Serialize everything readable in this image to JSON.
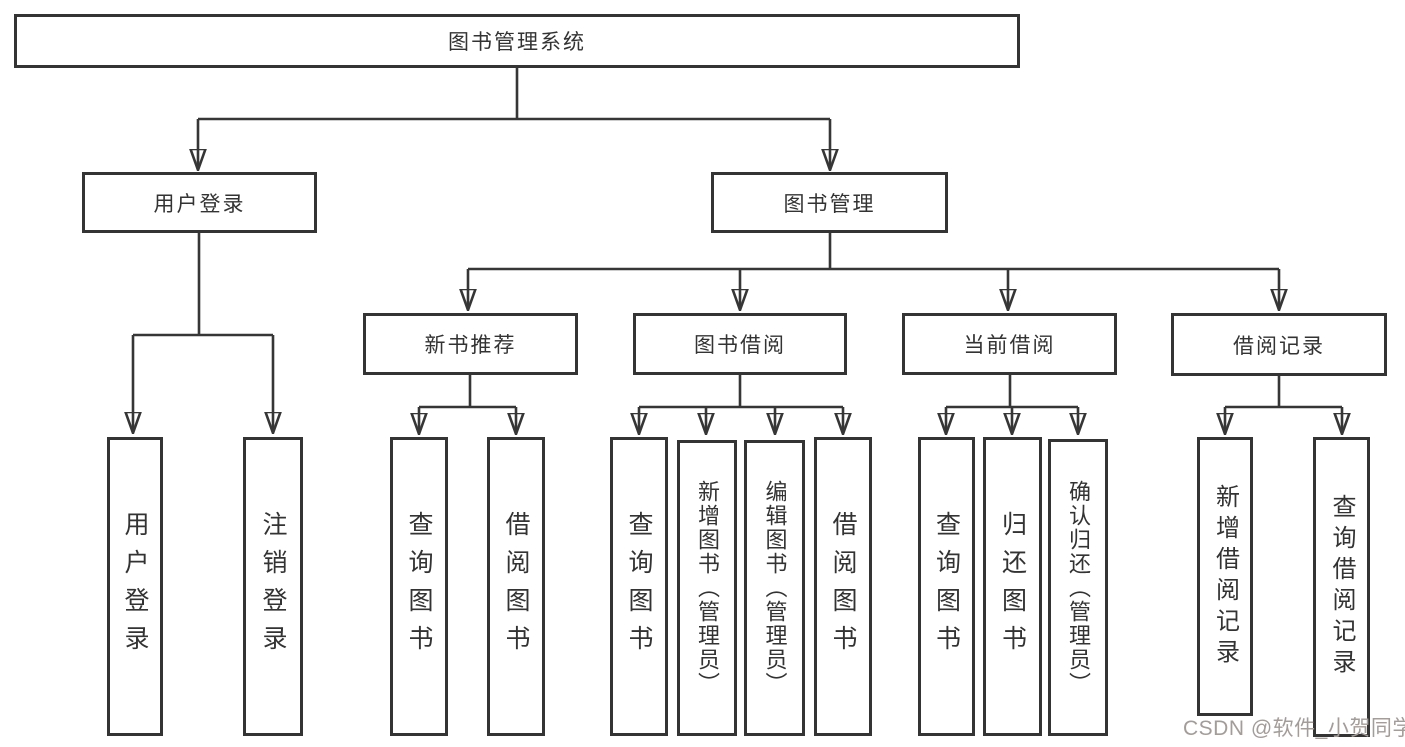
{
  "diagram": {
    "root": {
      "label": "图书管理系统"
    },
    "user_login": {
      "label": "用户登录",
      "children": {
        "login": {
          "label": "用户登录"
        },
        "logout": {
          "label": "注销登录"
        }
      }
    },
    "book_management": {
      "label": "图书管理",
      "new_book_recommend": {
        "label": "新书推荐",
        "children": {
          "query_book": {
            "label": "查询图书"
          },
          "borrow_book": {
            "label": "借阅图书"
          }
        }
      },
      "book_borrow": {
        "label": "图书借阅",
        "children": {
          "query_book": {
            "label": "查询图书"
          },
          "add_book_admin": {
            "label": "新增图书（管理员）"
          },
          "edit_book_admin": {
            "label": "编辑图书（管理员）"
          },
          "borrow_book": {
            "label": "借阅图书"
          }
        }
      },
      "current_borrow": {
        "label": "当前借阅",
        "children": {
          "query_book": {
            "label": "查询图书"
          },
          "return_book": {
            "label": "归还图书"
          },
          "confirm_return_admin": {
            "label": "确认归还（管理员）"
          }
        }
      },
      "borrow_records": {
        "label": "借阅记录",
        "children": {
          "add_borrow_record": {
            "label": "新增借阅记录"
          },
          "query_borrow_record": {
            "label": "查询借阅记录"
          }
        }
      }
    }
  },
  "watermark": {
    "text": "CSDN @软件_小贺同学"
  },
  "colors": {
    "line": "#363636",
    "box_border": "#343434",
    "text": "#333333",
    "watermark_text": "#a39c98",
    "background": "#ffffff"
  }
}
